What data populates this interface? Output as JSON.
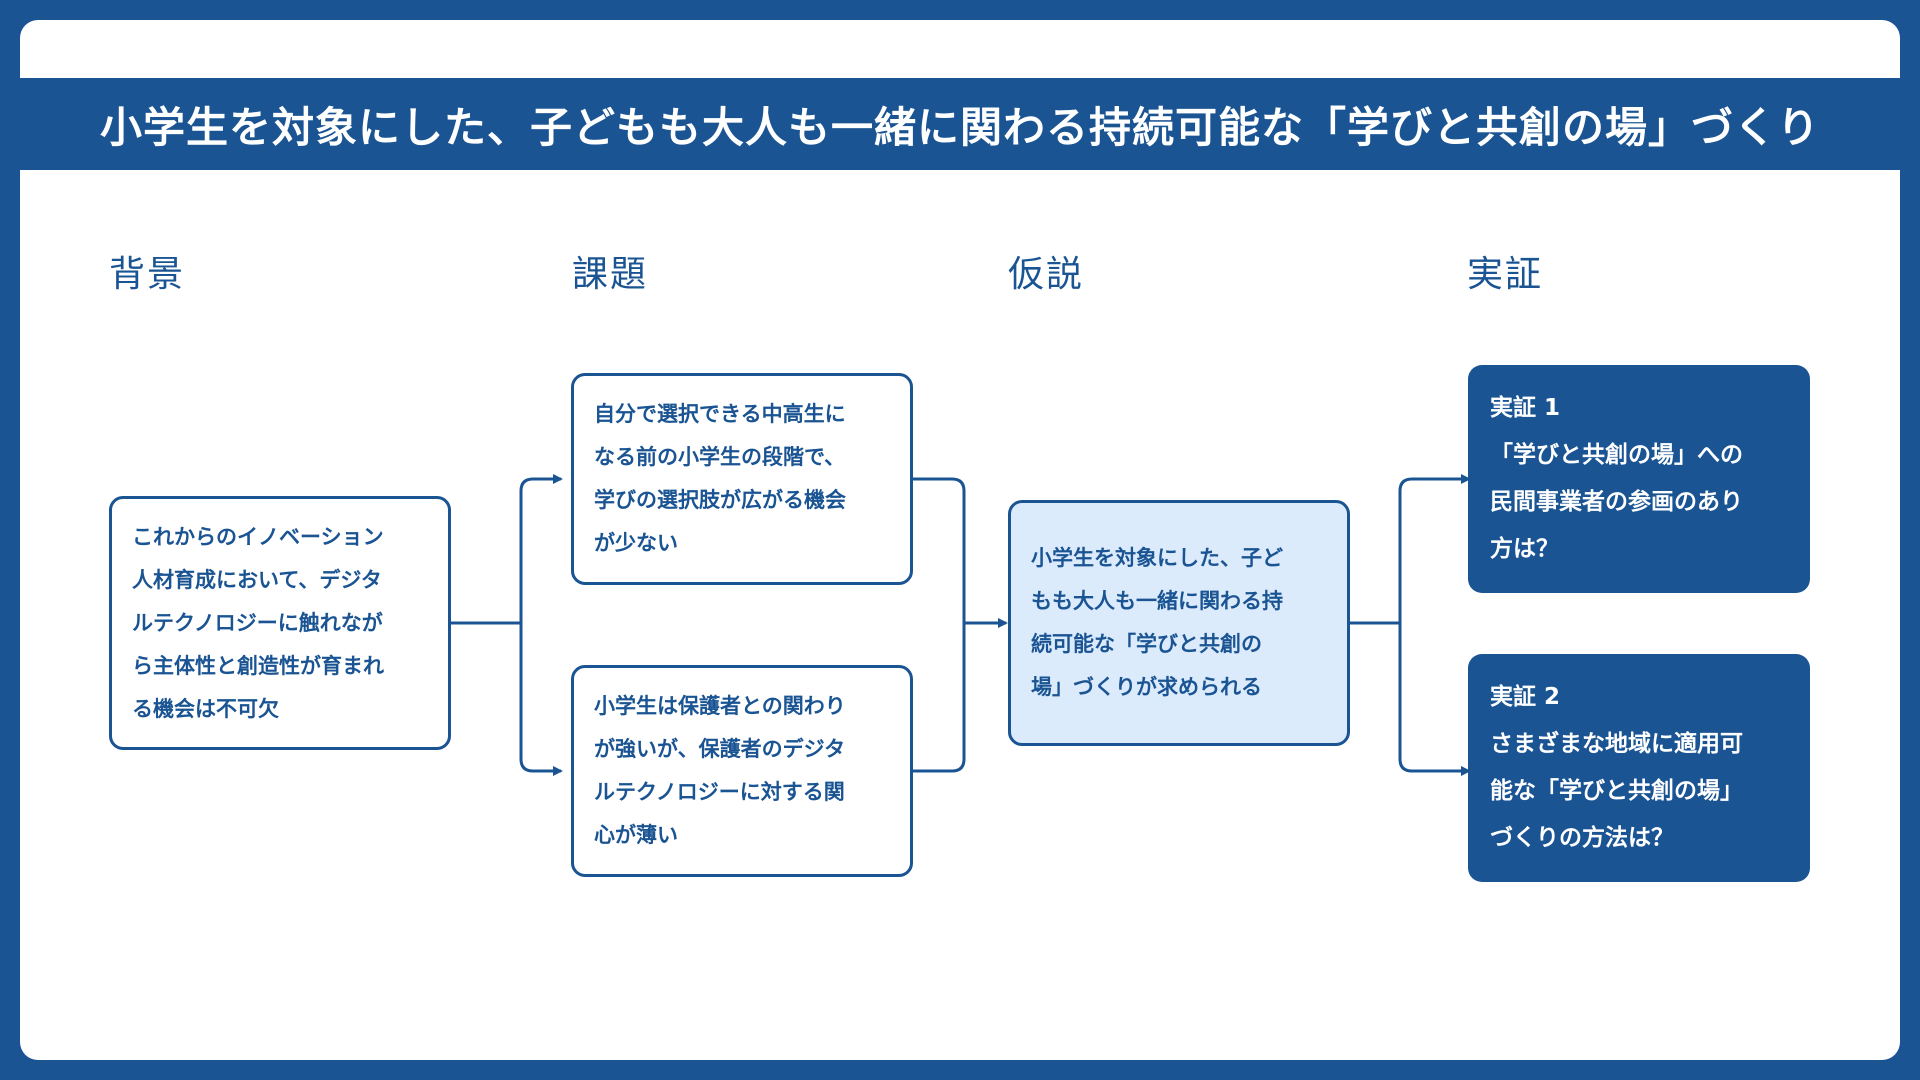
{
  "title": "小学生を対象にした、子どもも大人も一緒に関わる持続可能な「学びと共創の場」づくり",
  "columns": {
    "background": {
      "heading": "背景",
      "text": "これからのイノベーション\n人材育成において、デジタ\nルテクノロジーに触れなが\nら主体性と創造性が育まれ\nる機会は不可欠"
    },
    "issues": {
      "heading": "課題",
      "items": [
        "自分で選択できる中高生に\nなる前の小学生の段階で、\n学びの選択肢が広がる機会\nが少ない",
        "小学生は保護者との関わり\nが強いが、保護者のデジタ\nルテクノロジーに対する関\n心が薄い"
      ]
    },
    "hypothesis": {
      "heading": "仮説",
      "text": "小学生を対象にした、子ど\nもも大人も一緒に関わる持\n続可能な「学びと共創の\n場」づくりが求められる"
    },
    "verification": {
      "heading": "実証",
      "items": [
        "実証 1\n「学びと共創の場」への\n民間事業者の参画のあり\n方は？",
        "実証 2\nさまざまな地域に適用可\n能な「学びと共創の場」\nづくりの方法は？"
      ]
    }
  },
  "colors": {
    "primary": "#1a5493",
    "hypothesis_fill": "#dcebfc",
    "background": "#ffffff"
  }
}
